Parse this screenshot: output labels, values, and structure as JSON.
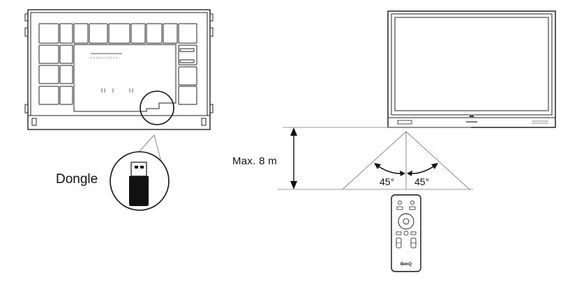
{
  "labels": {
    "dongle": "Dongle",
    "distance": "Max. 8 m",
    "angle_left": "45°",
    "angle_right": "45°"
  },
  "remote": {
    "brand": "BenQ"
  },
  "colors": {
    "line": "#222222",
    "guide": "#999999",
    "dongle_body": "#111111"
  }
}
